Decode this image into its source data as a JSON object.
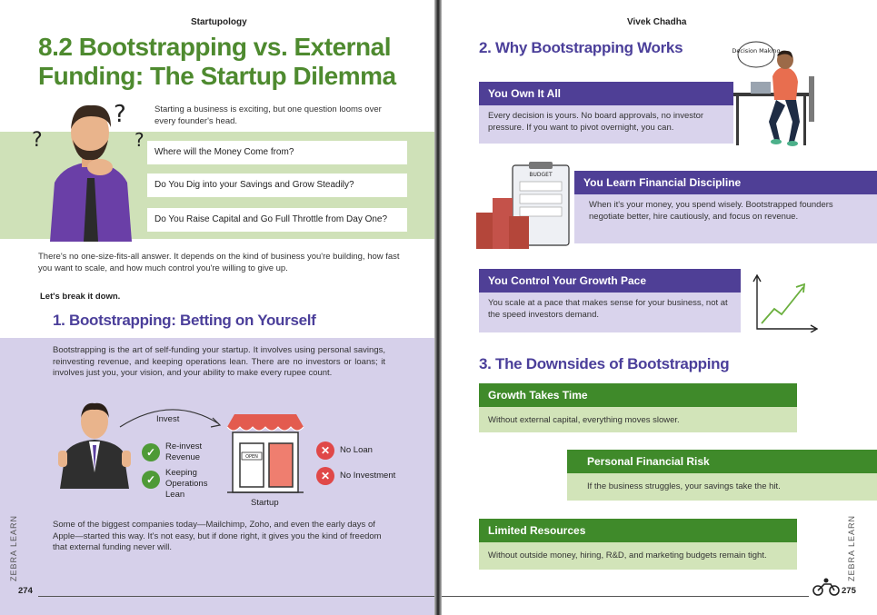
{
  "left": {
    "running_head": "Startupology",
    "title": "8.2 Bootstrapping vs. External Funding: The Startup Dilemma",
    "intro": "Starting a business is exciting, but one question looms over every founder's head.",
    "questions": [
      "Where will the Money Come from?",
      "Do You Dig into your Savings and Grow Steadily?",
      "Do You Raise Capital and Go Full Throttle from Day One?"
    ],
    "summary": "There's no one-size-fits-all answer. It depends on the kind of business you're building, how fast you want to scale, and how much control you're willing to give up.",
    "breakdown": "Let's break it down.",
    "section1_title": "1. Bootstrapping: Betting on Yourself",
    "section1_text": "Bootstrapping is the art of self-funding your startup. It involves using personal savings, reinvesting revenue, and keeping operations lean. There are no investors or loans; it involves just you, your vision, and your ability to make every rupee count.",
    "diagram": {
      "invest": "Invest",
      "check1": "Re-invest Revenue",
      "check2": "Keeping Operations Lean",
      "cross1": "No Loan",
      "cross2": "No Investment",
      "startup": "Startup",
      "open_sign": "OPEN"
    },
    "closing_text": "Some of the biggest companies today—Mailchimp, Zoho, and even the early days of Apple—started this way. It's not easy, but if done right, it gives you the kind of freedom that external funding never will.",
    "brand": "ZEBRA LEARN",
    "page_number": "274"
  },
  "right": {
    "running_head": "Vivek Chadha",
    "section2_title": "2. Why Bootstrapping Works",
    "decision_bubble": "Decision Making",
    "budget_label": "BUDGET",
    "boxes_purple": [
      {
        "title": "You Own It All",
        "text": "Every decision is yours. No board approvals, no investor pressure. If you want to pivot overnight, you can."
      },
      {
        "title": "You Learn Financial Discipline",
        "text": "When it's your money, you spend wisely. Bootstrapped founders negotiate better, hire cautiously, and focus on revenue."
      },
      {
        "title": "You Control Your Growth Pace",
        "text": "You scale at a pace that makes sense for your business, not at the speed investors demand."
      }
    ],
    "section3_title": "3. The Downsides of Bootstrapping",
    "boxes_green": [
      {
        "title": "Growth Takes Time",
        "text": "Without external capital, everything moves slower."
      },
      {
        "title": "Personal Financial Risk",
        "text": "If the business struggles, your savings take the hit."
      },
      {
        "title": "Limited Resources",
        "text": "Without outside money, hiring, R&D, and marketing budgets remain tight."
      }
    ],
    "brand": "ZEBRA LEARN",
    "page_number": "275"
  },
  "colors": {
    "green": "#4e8a2f",
    "purple": "#4f3f96",
    "light_green": "#cfe1b8",
    "light_purple": "#d6d0ea"
  }
}
